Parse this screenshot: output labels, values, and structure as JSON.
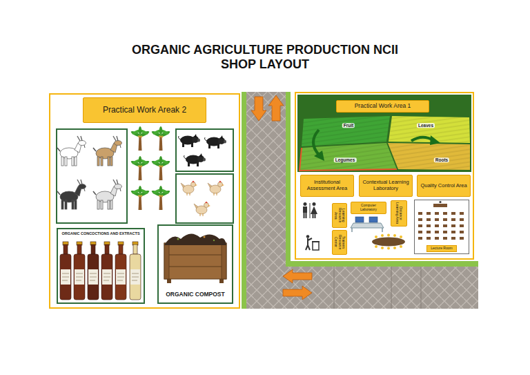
{
  "diagram": {
    "title": "ORGANIC AGRICULTURE PRODUCTION NCII SHOP LAYOUT",
    "nodes": [
      {
        "text": [
          "Practical Work Areak 2"
        ]
      },
      {
        "text": [
          "ORGANIC CONCOCTIONS AND EXTRACTS"
        ],
        "in": 0
      },
      {
        "text": [
          "ORGANIC COMPOST"
        ],
        "in": 0
      },
      {
        "text": [
          "Practical Work Area 1"
        ]
      },
      {
        "text": [
          "Institutional Assessment Area"
        ],
        "in": 3
      },
      {
        "text": [
          "Contextual Learning Laboratory"
        ],
        "in": 3
      },
      {
        "text": [
          "Quality Control Area"
        ],
        "in": 3
      },
      {
        "text": [
          "Learning Resource Area"
        ],
        "in": 3
      },
      {
        "text": [
          "Computer Laboratory"
        ],
        "in": 3
      },
      {
        "text": [
          "Distance Learning Area"
        ],
        "in": 3
      },
      {
        "text": [
          "Trainers Resource Center"
        ],
        "in": 3
      },
      {
        "text": [
          "Lecture Room"
        ],
        "in": 3
      }
    ],
    "labels": [
      "Fruit",
      "Leaves",
      "Legumes",
      "Roots"
    ]
  }
}
